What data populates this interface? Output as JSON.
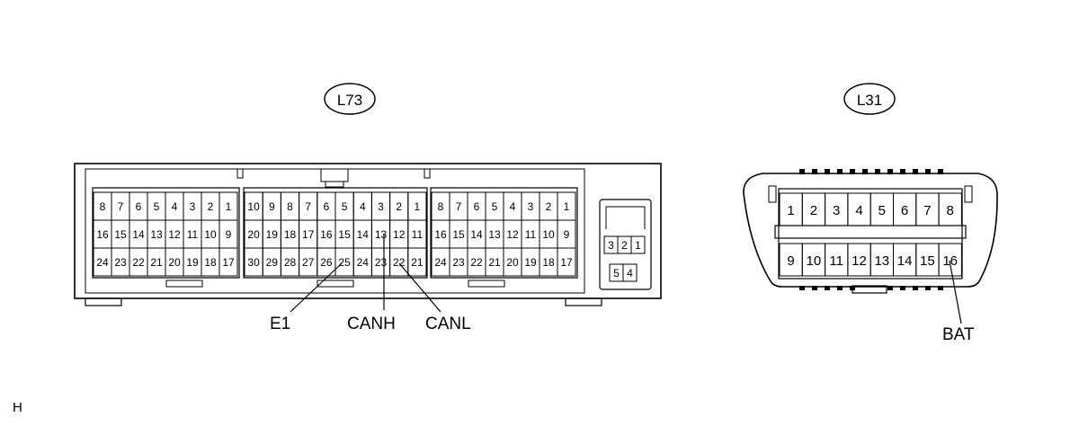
{
  "connectors": {
    "L73": {
      "code": "L73",
      "block1": {
        "rows": [
          [
            "8",
            "7",
            "6",
            "5",
            "4",
            "3",
            "2",
            "1"
          ],
          [
            "16",
            "15",
            "14",
            "13",
            "12",
            "11",
            "10",
            "9"
          ],
          [
            "24",
            "23",
            "22",
            "21",
            "20",
            "19",
            "18",
            "17"
          ]
        ]
      },
      "block2": {
        "rows": [
          [
            "10",
            "9",
            "8",
            "7",
            "6",
            "5",
            "4",
            "3",
            "2",
            "1"
          ],
          [
            "20",
            "19",
            "18",
            "17",
            "16",
            "15",
            "14",
            "13",
            "12",
            "11"
          ],
          [
            "30",
            "29",
            "28",
            "27",
            "26",
            "25",
            "24",
            "23",
            "22",
            "21"
          ]
        ]
      },
      "block3": {
        "rows": [
          [
            "8",
            "7",
            "6",
            "5",
            "4",
            "3",
            "2",
            "1"
          ],
          [
            "16",
            "15",
            "14",
            "13",
            "12",
            "11",
            "10",
            "9"
          ],
          [
            "24",
            "23",
            "22",
            "21",
            "20",
            "19",
            "18",
            "17"
          ]
        ]
      },
      "small": {
        "rows": [
          [
            "3",
            "2",
            "1"
          ],
          [
            "5",
            "4"
          ]
        ]
      }
    },
    "L31": {
      "code": "L31",
      "rows": [
        [
          "1",
          "2",
          "3",
          "4",
          "5",
          "6",
          "7",
          "8"
        ],
        [
          "9",
          "10",
          "11",
          "12",
          "13",
          "14",
          "15",
          "16"
        ]
      ]
    }
  },
  "callouts": {
    "e1": "E1",
    "canh": "CANH",
    "canl": "CANL",
    "bat": "BAT"
  },
  "footer": {
    "mark": "H"
  }
}
